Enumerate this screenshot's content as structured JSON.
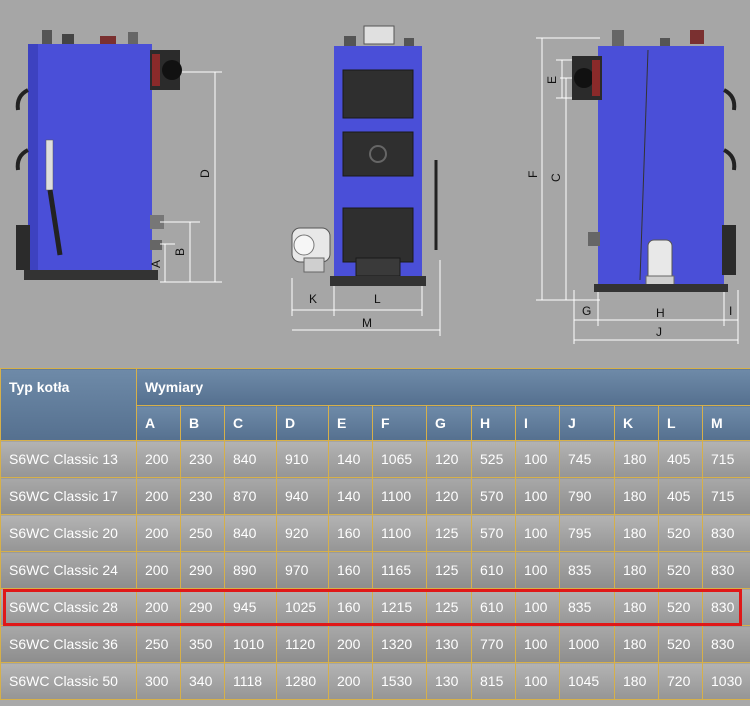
{
  "diagram": {
    "labels": {
      "A": "A",
      "B": "B",
      "C": "C",
      "D": "D",
      "E": "E",
      "F": "F",
      "G": "G",
      "H": "H",
      "I": "I",
      "J": "J",
      "K": "K",
      "L": "L",
      "M": "M"
    },
    "colors": {
      "boiler_blue": "#4a4fd8",
      "dark": "#2b2b2b",
      "background": "#a6a6a6"
    }
  },
  "table": {
    "type_header": "Typ kotła",
    "group_header": "Wymiary",
    "columns": [
      "A",
      "B",
      "C",
      "D",
      "E",
      "F",
      "G",
      "H",
      "I",
      "J",
      "K",
      "L",
      "M"
    ],
    "rows": [
      [
        "S6WC Classic 13",
        "200",
        "230",
        "840",
        "910",
        "140",
        "1065",
        "120",
        "525",
        "100",
        "745",
        "180",
        "405",
        "715"
      ],
      [
        "S6WC Classic 17",
        "200",
        "230",
        "870",
        "940",
        "140",
        "1100",
        "120",
        "570",
        "100",
        "790",
        "180",
        "405",
        "715"
      ],
      [
        "S6WC Classic 20",
        "200",
        "250",
        "840",
        "920",
        "160",
        "1100",
        "125",
        "570",
        "100",
        "795",
        "180",
        "520",
        "830"
      ],
      [
        "S6WC Classic 24",
        "200",
        "290",
        "890",
        "970",
        "160",
        "1165",
        "125",
        "610",
        "100",
        "835",
        "180",
        "520",
        "830"
      ],
      [
        "S6WC Classic 28",
        "200",
        "290",
        "945",
        "1025",
        "160",
        "1215",
        "125",
        "610",
        "100",
        "835",
        "180",
        "520",
        "830"
      ],
      [
        "S6WC Classic 36",
        "250",
        "350",
        "1010",
        "1120",
        "200",
        "1320",
        "130",
        "770",
        "100",
        "1000",
        "180",
        "520",
        "830"
      ],
      [
        "S6WC Classic 50",
        "300",
        "340",
        "1118",
        "1280",
        "200",
        "1530",
        "130",
        "815",
        "100",
        "1045",
        "180",
        "720",
        "1030"
      ]
    ],
    "highlighted_row": 4,
    "highlight_color": "#e01818"
  }
}
